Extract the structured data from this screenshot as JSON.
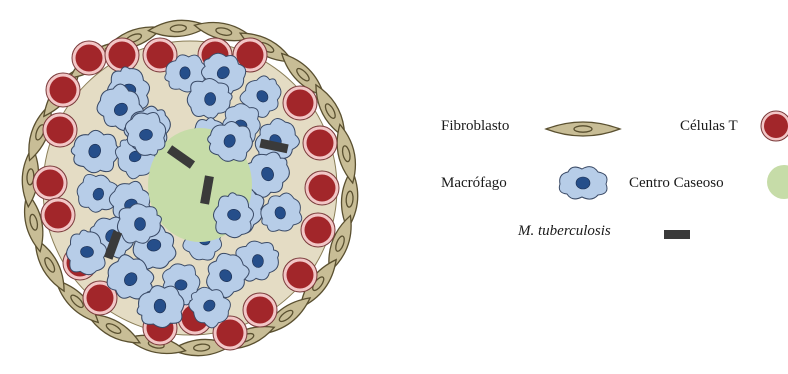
{
  "legend": {
    "fibroblast": {
      "label": "Fibroblasto",
      "icon": "fibroblast-cell-icon"
    },
    "t_cells": {
      "label": "Células T",
      "icon": "t-cell-icon"
    },
    "macrophage": {
      "label": "Macrófago",
      "icon": "macrophage-cell-icon"
    },
    "caseous_center": {
      "label": "Centro Caseoso",
      "icon": "caseous-center-icon"
    },
    "bacteria": {
      "label": "M. tuberculosis",
      "icon": "bacillus-rod-icon"
    }
  },
  "colors": {
    "fibroblast_fill": "#c8bd96",
    "fibroblast_stroke": "#5a5030",
    "stroma_fill": "#e4dcc4",
    "t_cell_fill": "#a2262a",
    "t_cell_ring": "#f2c6c6",
    "macrophage_fill": "#b7cde8",
    "macrophage_stroke": "#3a4a66",
    "macrophage_nucleus": "#254e8a",
    "caseous_center": "#c6dca8",
    "bacillus": "#3a3a3a"
  }
}
